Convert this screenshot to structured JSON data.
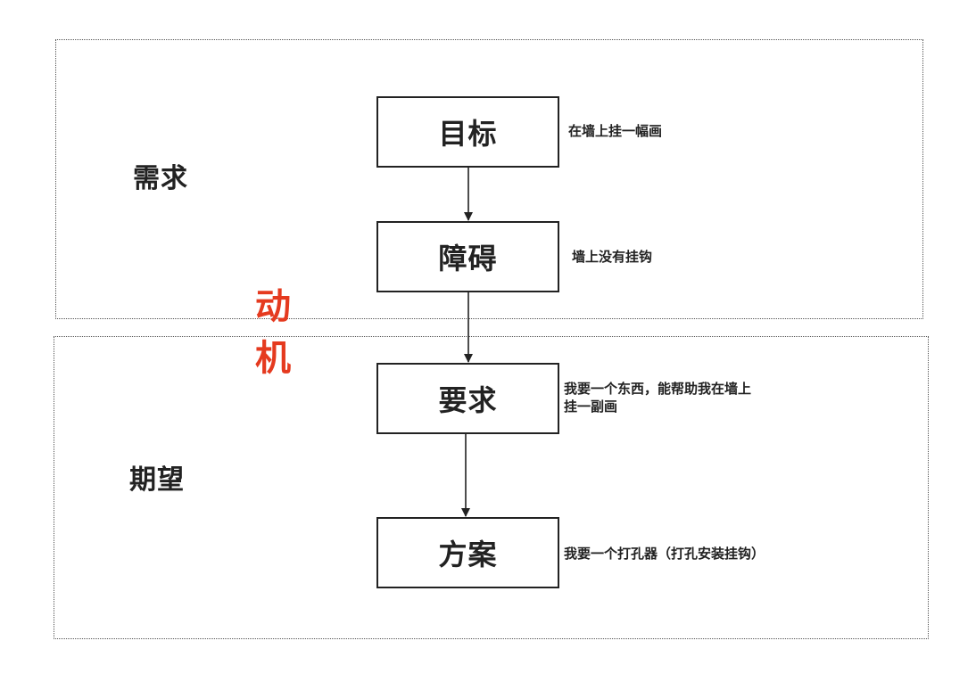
{
  "regions": {
    "need": "需求",
    "expect": "期望"
  },
  "motive": {
    "line1": "动",
    "line2": "机"
  },
  "steps": [
    {
      "label": "目标",
      "note": "在墙上挂一幅画"
    },
    {
      "label": "障碍",
      "note": "墙上没有挂钩"
    },
    {
      "label": "要求",
      "note_line1": "我要一个东西，能帮助我在墙上",
      "note_line2": "挂一副画"
    },
    {
      "label": "方案",
      "note": "我要一个打孔器（打孔安装挂钩）"
    }
  ],
  "colors": {
    "motive": "#e53a1f",
    "line": "#222222",
    "region_border": "#555555"
  }
}
